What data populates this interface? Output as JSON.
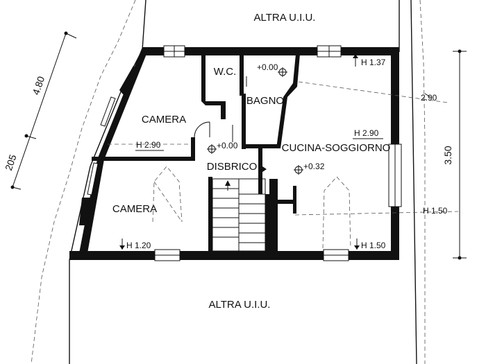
{
  "plan": {
    "neighbors": {
      "top": "ALTRA U.I.U.",
      "bottom": "ALTRA U.I.U."
    },
    "rooms": {
      "wc": "W.C.",
      "bagno": "BAGNO",
      "camera_top": "CAMERA",
      "camera_bottom": "CAMERA",
      "disbrico": "DISBRICO",
      "cucina": "CUCINA-SOGGIORNO"
    },
    "heights": {
      "h_137": "H 1.37",
      "h_290_cucina": "H 2.90",
      "h_290_camera": "H 2.90",
      "h_290_right": "2.90",
      "h_150_right": "H 1.50",
      "h_150_bottom": "H 1.50",
      "h_120": "H 1.20"
    },
    "levels": {
      "top": "+0.00",
      "disbrico": "+0.00",
      "cucina": "+0.32"
    },
    "dimensions": {
      "left_upper": "4.80",
      "left_lower": "205",
      "right": "3.50"
    },
    "colors": {
      "wall": "#111111",
      "background": "#ffffff",
      "dash": "#555555"
    }
  }
}
